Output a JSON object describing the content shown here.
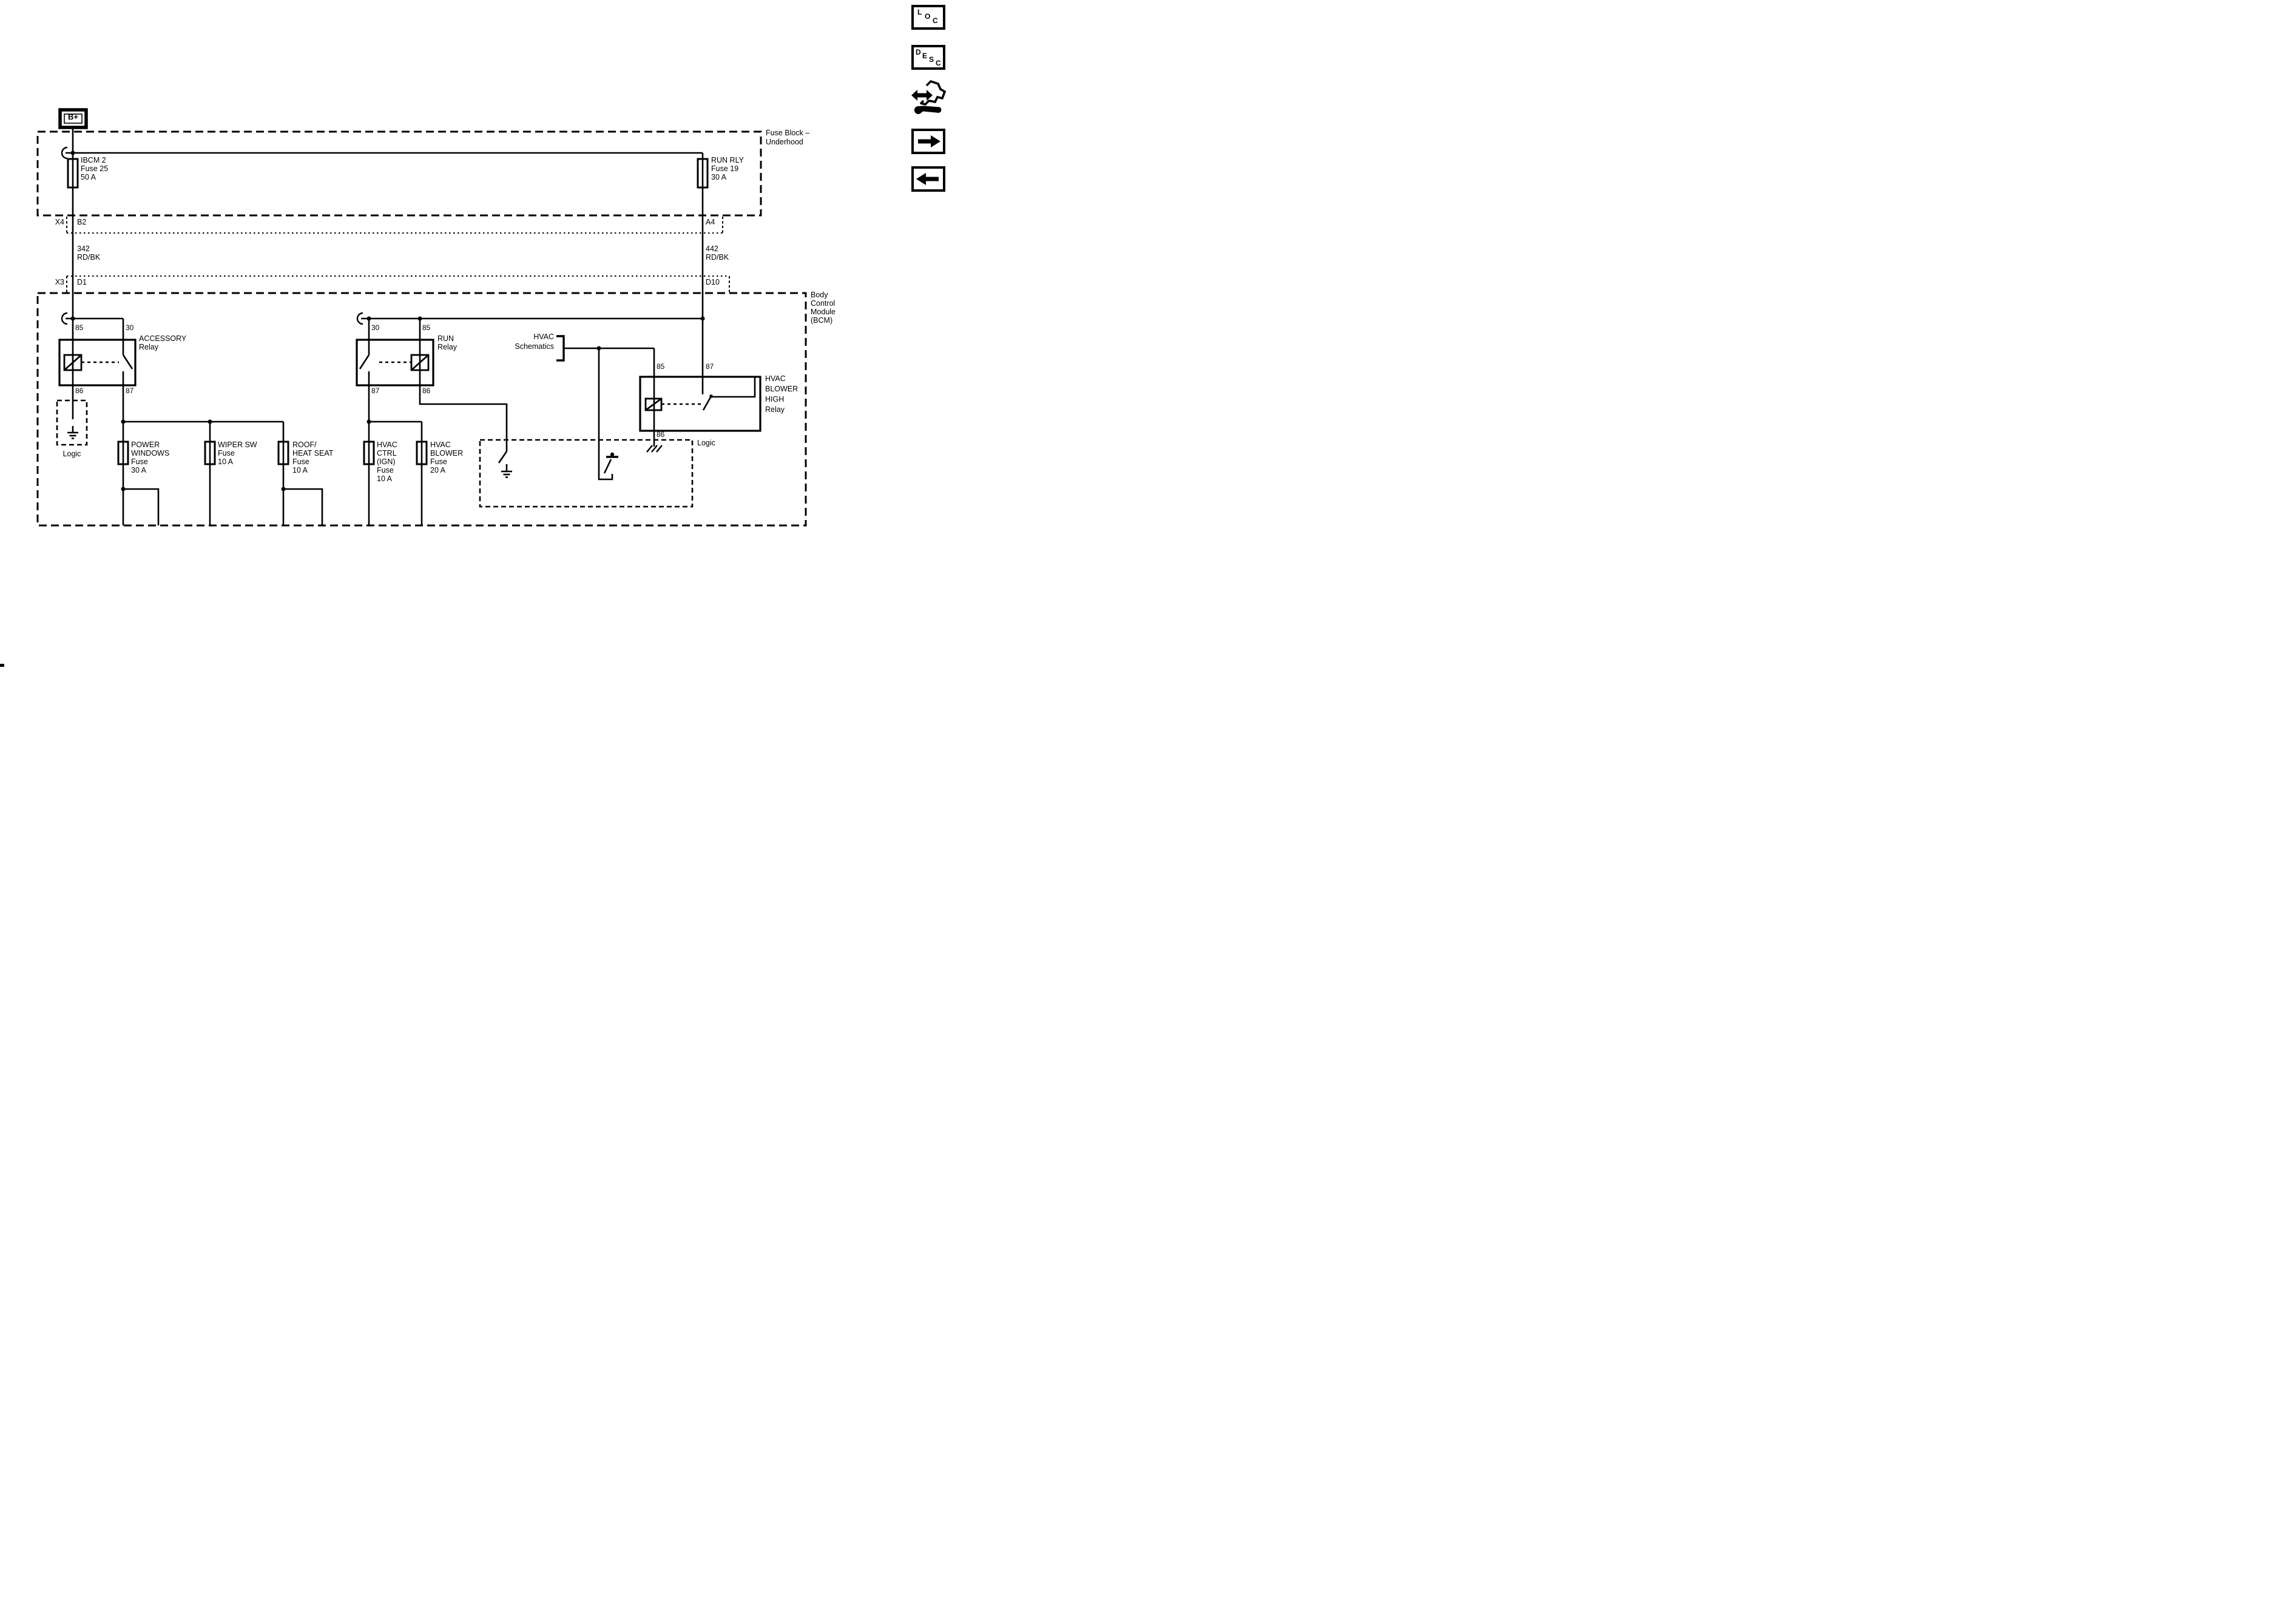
{
  "accent_color": "#000000",
  "background_color": "#ffffff",
  "battery_terminal": "B+",
  "fuse_block": {
    "title_line1": "Fuse Block –",
    "title_line2": "Underhood",
    "ibcm2_fuse": {
      "line1": "IBCM 2",
      "line2": "Fuse 25",
      "line3": "50 A"
    },
    "run_rly_fuse": {
      "line1": "RUN RLY",
      "line2": "Fuse 19",
      "line3": "30 A"
    }
  },
  "connectors": {
    "row1": {
      "left_connector": "X4",
      "left_pin": "B2",
      "right_pin": "A4"
    },
    "row2": {
      "left_connector": "X3",
      "left_pin": "D1",
      "right_pin": "D10"
    }
  },
  "wire_labels": {
    "left": {
      "circuit": "342",
      "color": "RD/BK"
    },
    "right": {
      "circuit": "442",
      "color": "RD/BK"
    }
  },
  "bcm": {
    "title_line1": "Body",
    "title_line2": "Control",
    "title_line3": "Module",
    "title_line4": "(BCM)",
    "accessory_relay": {
      "name_line1": "ACCESSORY",
      "name_line2": "Relay",
      "pin_top_left": "85",
      "pin_top_right": "30",
      "pin_bottom_left": "86",
      "pin_bottom_right": "87"
    },
    "run_relay": {
      "name_line1": "RUN",
      "name_line2": "Relay",
      "pin_top_left": "30",
      "pin_top_right": "85",
      "pin_bottom_left": "87",
      "pin_bottom_right": "86"
    },
    "hvac_blower_high_relay": {
      "name_line1": "HVAC",
      "name_line2": "BLOWER",
      "name_line3": "HIGH",
      "name_line4": "Relay",
      "pin_top_left": "85",
      "pin_top_right": "87",
      "pin_bottom": "86"
    },
    "logic_left": "Logic",
    "logic_right": "Logic"
  },
  "hvac_schematics": {
    "line1": "HVAC",
    "line2": "Schematics"
  },
  "fuses": {
    "power_windows": {
      "line1": "POWER",
      "line2": "WINDOWS",
      "line3": "Fuse",
      "line4": "30 A"
    },
    "wiper_sw": {
      "line1": "WIPER SW",
      "line2": "Fuse",
      "line3": "10 A"
    },
    "roof_heat_seat": {
      "line1": "ROOF/",
      "line2": "HEAT SEAT",
      "line3": "Fuse",
      "line4": "10 A"
    },
    "hvac_ctrl": {
      "line1": "HVAC",
      "line2": "CTRL",
      "line3": "(IGN)",
      "line4": "Fuse",
      "line5": "10 A"
    },
    "hvac_blower": {
      "line1": "HVAC",
      "line2": "BLOWER",
      "line3": "Fuse",
      "line4": "20 A"
    }
  },
  "toolbar_icons": {
    "loc_letters": [
      "L",
      "O",
      "C"
    ],
    "desc_letters": [
      "D",
      "E",
      "S",
      "C"
    ]
  }
}
